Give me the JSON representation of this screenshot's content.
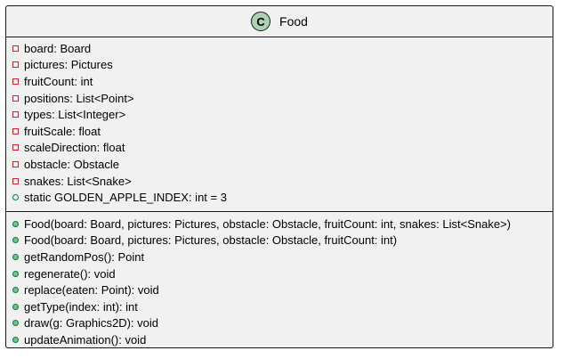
{
  "class": {
    "stereotype_letter": "C",
    "name": "Food"
  },
  "fields": [
    {
      "visibility": "private",
      "text": "board: Board"
    },
    {
      "visibility": "private",
      "text": "pictures: Pictures"
    },
    {
      "visibility": "private",
      "text": "fruitCount: int"
    },
    {
      "visibility": "private",
      "text": "positions: List<Point>"
    },
    {
      "visibility": "private",
      "text": "types: List<Integer>"
    },
    {
      "visibility": "private",
      "text": "fruitScale: float"
    },
    {
      "visibility": "private",
      "text": "scaleDirection: float"
    },
    {
      "visibility": "private",
      "text": "obstacle: Obstacle"
    },
    {
      "visibility": "private",
      "text": "snakes: List<Snake>"
    },
    {
      "visibility": "package",
      "text": "static GOLDEN_APPLE_INDEX: int = 3"
    }
  ],
  "methods": [
    {
      "visibility": "public",
      "text": "Food(board: Board, pictures: Pictures, obstacle: Obstacle, fruitCount: int, snakes: List<Snake>)"
    },
    {
      "visibility": "public",
      "text": "Food(board: Board, pictures: Pictures, obstacle: Obstacle, fruitCount: int)"
    },
    {
      "visibility": "public",
      "text": "getRandomPos(): Point"
    },
    {
      "visibility": "public",
      "text": "regenerate(): void"
    },
    {
      "visibility": "public",
      "text": "replace(eaten: Point): void"
    },
    {
      "visibility": "public",
      "text": "getType(index: int): int"
    },
    {
      "visibility": "public",
      "text": "draw(g: Graphics2D): void"
    },
    {
      "visibility": "public",
      "text": "updateAnimation(): void"
    }
  ],
  "colors": {
    "box_fill": "#f1f1f1",
    "border": "#181818",
    "class_icon_fill": "#add1b2",
    "private_marker": "#c82930",
    "public_marker_border": "#038048",
    "public_marker_fill": "#84be84"
  }
}
